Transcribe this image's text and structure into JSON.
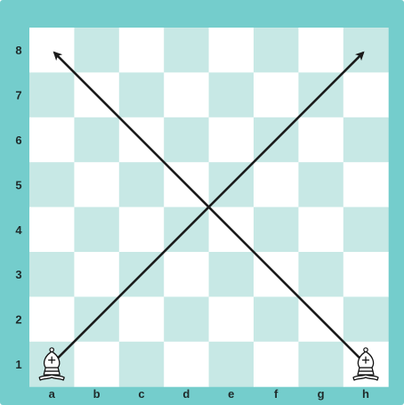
{
  "board": {
    "files": [
      "a",
      "b",
      "c",
      "d",
      "e",
      "f",
      "g",
      "h"
    ],
    "ranks": [
      "8",
      "7",
      "6",
      "5",
      "4",
      "3",
      "2",
      "1"
    ],
    "colors": {
      "frame": "#74cdcc",
      "light_square": "#ffffff",
      "dark_square": "#c7e8e5",
      "arrow": "#1b1b1b",
      "piece_fill": "#ffffff",
      "piece_stroke": "#111111"
    }
  },
  "pieces": [
    {
      "type": "bishop",
      "color": "white",
      "square": "a1",
      "icon": "white-bishop-icon"
    },
    {
      "type": "bishop",
      "color": "white",
      "square": "h1",
      "icon": "white-bishop-icon"
    }
  ],
  "arrows": [
    {
      "from": "a1",
      "to": "h8"
    },
    {
      "from": "h1",
      "to": "a8"
    }
  ]
}
